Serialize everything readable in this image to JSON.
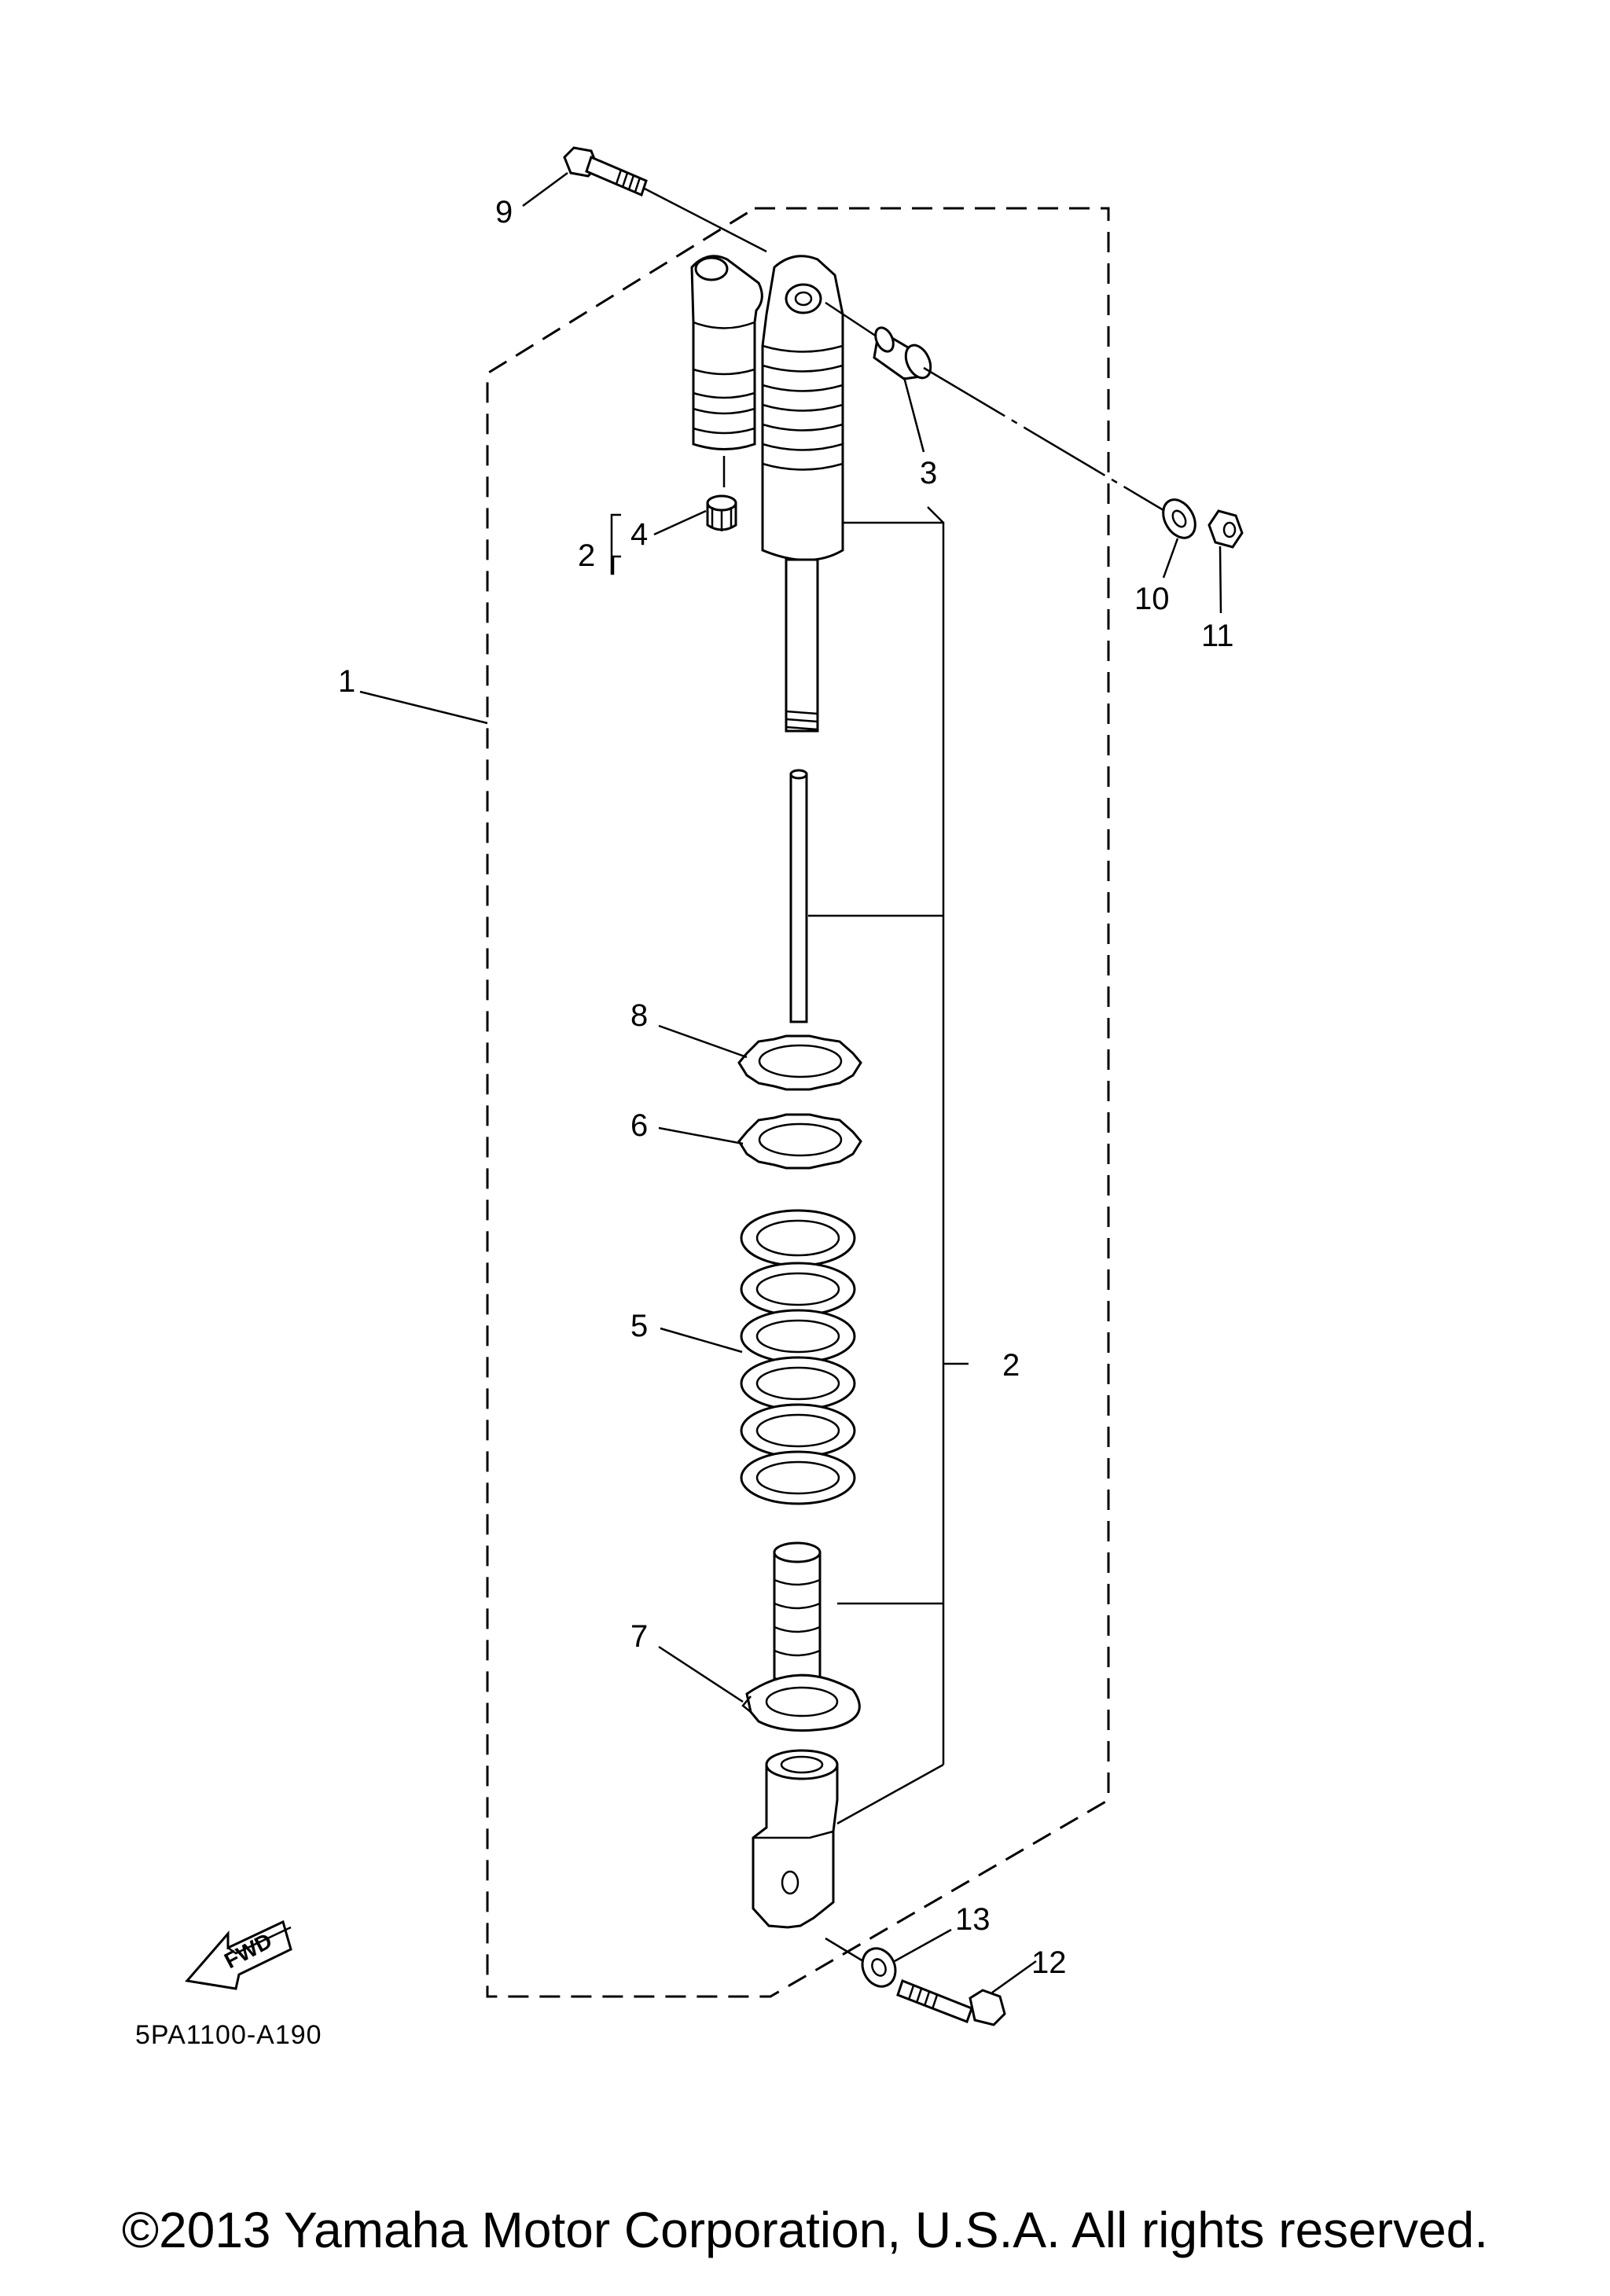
{
  "diagram": {
    "callouts": {
      "c1": "1",
      "c2_top": "2",
      "c2_right": "2",
      "c3": "3",
      "c4": "4",
      "c5": "5",
      "c6": "6",
      "c7": "7",
      "c8": "8",
      "c9": "9",
      "c10": "10",
      "c11": "11",
      "c12": "12",
      "c13": "13"
    },
    "fwd_label": "FWD",
    "drawing_code": "5PA1100-A190"
  },
  "footer": {
    "copyright": "©2013 Yamaha Motor Corporation, U.S.A. All rights reserved."
  }
}
